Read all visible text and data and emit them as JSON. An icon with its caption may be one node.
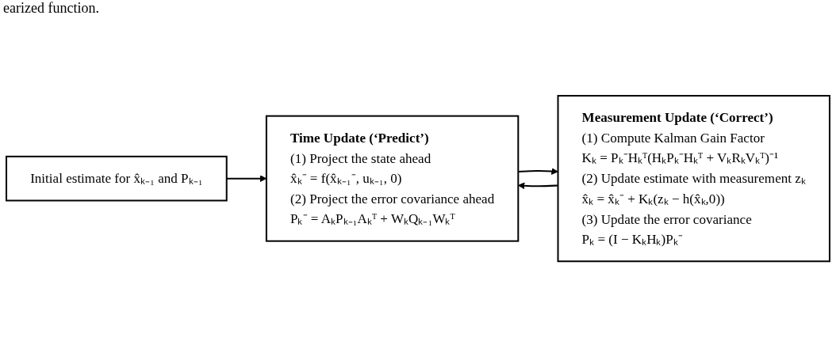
{
  "diagram": {
    "nodes": [
      {
        "text": [
          "Time Update (‘Predict’)",
          "(1) Project the state ahead",
          "x̂ₖ⁻ = f(x̂ₖ₋₁⁻, uₖ₋₁, 0)",
          "(2) Project the error covariance ahead",
          "Pₖ⁻ = AₖPₖ₋₁Aₖᵀ + WₖQₖ₋₁Wₖᵀ"
        ]
      },
      {
        "text": [
          "Measurement Update (‘Correct’)",
          "(1) Compute Kalman Gain Factor",
          "Kₖ = Pₖ⁻Hₖᵀ(HₖPₖ⁻Hₖᵀ + VₖRₖVₖᵀ)⁻¹",
          "(2) Update estimate with measurement zₖ",
          "x̂ₖ = x̂ₖ⁻ + Kₖ(zₖ − h(x̂ₖ,0))",
          "(3) Update the error covariance",
          "Pₖ = (I − KₖHₖ)Pₖ⁻"
        ]
      },
      {
        "text": [
          "Initial estimate for x̂ₖ₋₁ and Pₖ₋₁"
        ]
      }
    ],
    "edges": [
      {
        "from": 0,
        "to": 1,
        "arrow": "to"
      },
      {
        "from": 1,
        "to": 0,
        "arrow": "to"
      },
      {
        "from": 2,
        "to": 0,
        "arrow": "to"
      }
    ],
    "labels": [
      "earized function."
    ]
  }
}
